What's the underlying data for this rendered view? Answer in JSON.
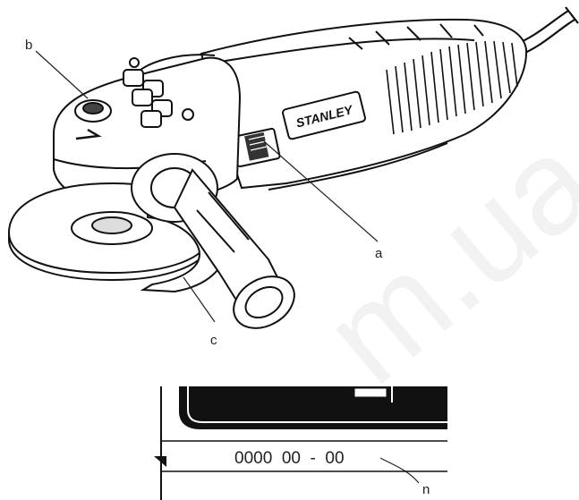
{
  "callouts": {
    "a": "a",
    "b": "b",
    "c": "c",
    "n": "n"
  },
  "tool": {
    "brand_label": "STANLEY"
  },
  "serial_plate": {
    "code": "0000  00  -  00"
  },
  "watermark": {
    "text": "m.ua"
  }
}
